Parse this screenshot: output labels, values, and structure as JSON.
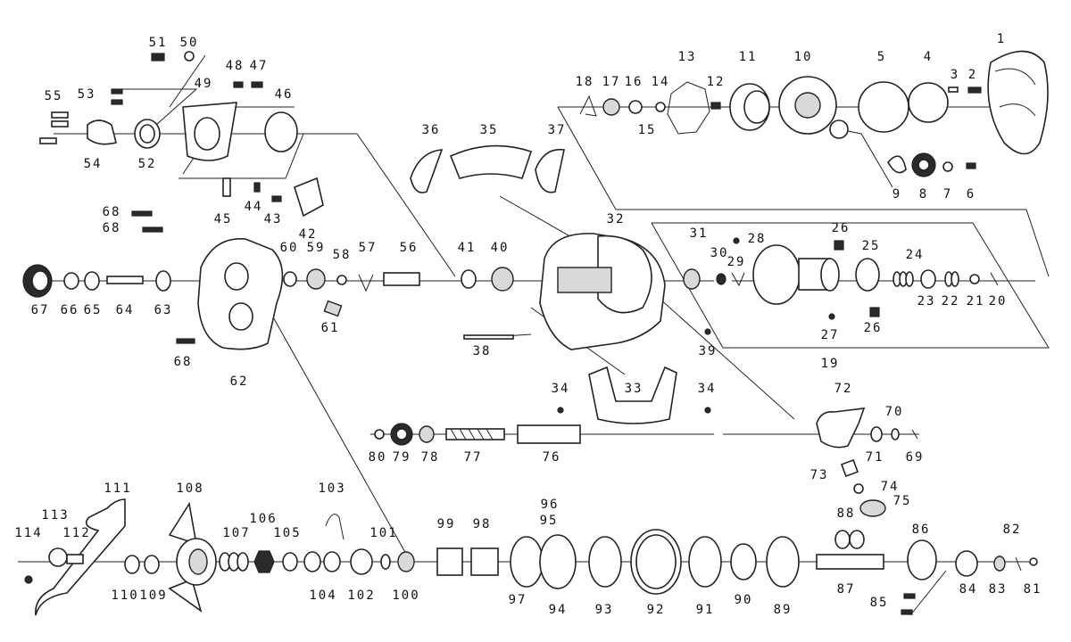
{
  "labels": [
    {
      "id": "1",
      "text": "1"
    },
    {
      "id": "2",
      "text": "2"
    },
    {
      "id": "3",
      "text": "3"
    },
    {
      "id": "4",
      "text": "4"
    },
    {
      "id": "5",
      "text": "5"
    },
    {
      "id": "6",
      "text": "6"
    },
    {
      "id": "7",
      "text": "7"
    },
    {
      "id": "8",
      "text": "8"
    },
    {
      "id": "9",
      "text": "9"
    },
    {
      "id": "10",
      "text": "10"
    },
    {
      "id": "11",
      "text": "11"
    },
    {
      "id": "12",
      "text": "12"
    },
    {
      "id": "13",
      "text": "13"
    },
    {
      "id": "14",
      "text": "14"
    },
    {
      "id": "15",
      "text": "15"
    },
    {
      "id": "16",
      "text": "16"
    },
    {
      "id": "17",
      "text": "17"
    },
    {
      "id": "18",
      "text": "18"
    },
    {
      "id": "19",
      "text": "19"
    },
    {
      "id": "20",
      "text": "20"
    },
    {
      "id": "21",
      "text": "21"
    },
    {
      "id": "22",
      "text": "22"
    },
    {
      "id": "23",
      "text": "23"
    },
    {
      "id": "24",
      "text": "24"
    },
    {
      "id": "25",
      "text": "25"
    },
    {
      "id": "26a",
      "text": "26"
    },
    {
      "id": "26b",
      "text": "26"
    },
    {
      "id": "27",
      "text": "27"
    },
    {
      "id": "28",
      "text": "28"
    },
    {
      "id": "29",
      "text": "29"
    },
    {
      "id": "30",
      "text": "30"
    },
    {
      "id": "31",
      "text": "31"
    },
    {
      "id": "32",
      "text": "32"
    },
    {
      "id": "33",
      "text": "33"
    },
    {
      "id": "34a",
      "text": "34"
    },
    {
      "id": "34b",
      "text": "34"
    },
    {
      "id": "35",
      "text": "35"
    },
    {
      "id": "36",
      "text": "36"
    },
    {
      "id": "37",
      "text": "37"
    },
    {
      "id": "38",
      "text": "38"
    },
    {
      "id": "39",
      "text": "39"
    },
    {
      "id": "40",
      "text": "40"
    },
    {
      "id": "41",
      "text": "41"
    },
    {
      "id": "42",
      "text": "42"
    },
    {
      "id": "43",
      "text": "43"
    },
    {
      "id": "44",
      "text": "44"
    },
    {
      "id": "45",
      "text": "45"
    },
    {
      "id": "46",
      "text": "46"
    },
    {
      "id": "47",
      "text": "47"
    },
    {
      "id": "48",
      "text": "48"
    },
    {
      "id": "49",
      "text": "49"
    },
    {
      "id": "50",
      "text": "50"
    },
    {
      "id": "51",
      "text": "51"
    },
    {
      "id": "52",
      "text": "52"
    },
    {
      "id": "53",
      "text": "53"
    },
    {
      "id": "54",
      "text": "54"
    },
    {
      "id": "55",
      "text": "55"
    },
    {
      "id": "56",
      "text": "56"
    },
    {
      "id": "57",
      "text": "57"
    },
    {
      "id": "58",
      "text": "58"
    },
    {
      "id": "59",
      "text": "59"
    },
    {
      "id": "60",
      "text": "60"
    },
    {
      "id": "61",
      "text": "61"
    },
    {
      "id": "62",
      "text": "62"
    },
    {
      "id": "63",
      "text": "63"
    },
    {
      "id": "64",
      "text": "64"
    },
    {
      "id": "65",
      "text": "65"
    },
    {
      "id": "66",
      "text": "66"
    },
    {
      "id": "67",
      "text": "67"
    },
    {
      "id": "68a",
      "text": "68"
    },
    {
      "id": "68b",
      "text": "68"
    },
    {
      "id": "68c",
      "text": "68"
    },
    {
      "id": "69",
      "text": "69"
    },
    {
      "id": "70",
      "text": "70"
    },
    {
      "id": "71",
      "text": "71"
    },
    {
      "id": "72",
      "text": "72"
    },
    {
      "id": "73",
      "text": "73"
    },
    {
      "id": "74",
      "text": "74"
    },
    {
      "id": "75",
      "text": "75"
    },
    {
      "id": "76",
      "text": "76"
    },
    {
      "id": "77",
      "text": "77"
    },
    {
      "id": "78",
      "text": "78"
    },
    {
      "id": "79",
      "text": "79"
    },
    {
      "id": "80",
      "text": "80"
    },
    {
      "id": "81",
      "text": "81"
    },
    {
      "id": "82",
      "text": "82"
    },
    {
      "id": "83",
      "text": "83"
    },
    {
      "id": "84",
      "text": "84"
    },
    {
      "id": "85",
      "text": "85"
    },
    {
      "id": "86",
      "text": "86"
    },
    {
      "id": "87",
      "text": "87"
    },
    {
      "id": "88",
      "text": "88"
    },
    {
      "id": "89",
      "text": "89"
    },
    {
      "id": "90",
      "text": "90"
    },
    {
      "id": "91",
      "text": "91"
    },
    {
      "id": "92",
      "text": "92"
    },
    {
      "id": "93",
      "text": "93"
    },
    {
      "id": "94",
      "text": "94"
    },
    {
      "id": "95",
      "text": "95"
    },
    {
      "id": "96",
      "text": "96"
    },
    {
      "id": "97",
      "text": "97"
    },
    {
      "id": "98",
      "text": "98"
    },
    {
      "id": "99",
      "text": "99"
    },
    {
      "id": "100",
      "text": "100"
    },
    {
      "id": "101",
      "text": "101"
    },
    {
      "id": "102",
      "text": "102"
    },
    {
      "id": "103",
      "text": "103"
    },
    {
      "id": "104",
      "text": "104"
    },
    {
      "id": "105",
      "text": "105"
    },
    {
      "id": "106",
      "text": "106"
    },
    {
      "id": "107",
      "text": "107"
    },
    {
      "id": "108",
      "text": "108"
    },
    {
      "id": "109",
      "text": "109"
    },
    {
      "id": "110",
      "text": "110"
    },
    {
      "id": "111",
      "text": "111"
    },
    {
      "id": "112",
      "text": "112"
    },
    {
      "id": "113",
      "text": "113"
    },
    {
      "id": "114",
      "text": "114"
    }
  ]
}
